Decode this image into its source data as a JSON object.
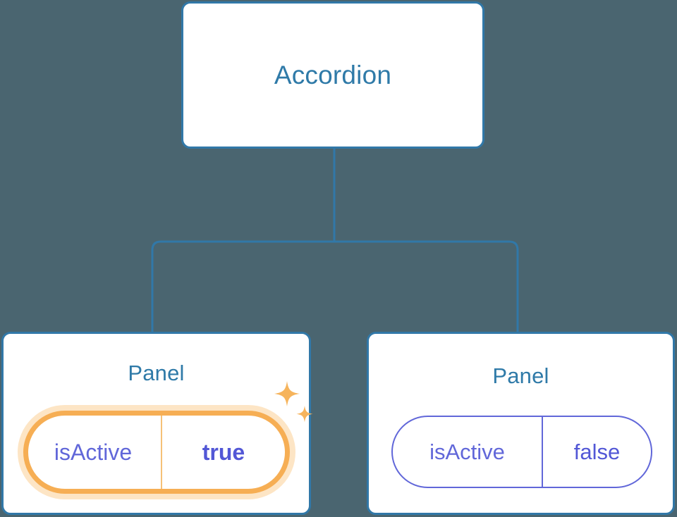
{
  "diagram": {
    "type": "component-tree",
    "background_color": "#4a6570",
    "node_border_color": "#3178a8",
    "node_fill_color": "#ffffff",
    "node_title_color": "#2f7aa8",
    "connector_color": "#3178a8",
    "highlight_color": "#f6ae54",
    "highlight_glow_color": "#fbd9a6",
    "prop_text_color": "#6167d9",
    "prop_value_color": "#5257d6",
    "root": {
      "title": "Accordion"
    },
    "children": [
      {
        "title": "Panel",
        "highlighted": true,
        "prop": {
          "key": "isActive",
          "value": "true",
          "value_bold": true
        },
        "decorations": [
          "sparkle-large-icon",
          "sparkle-small-icon"
        ]
      },
      {
        "title": "Panel",
        "highlighted": false,
        "prop": {
          "key": "isActive",
          "value": "false",
          "value_bold": false
        },
        "decorations": []
      }
    ]
  }
}
